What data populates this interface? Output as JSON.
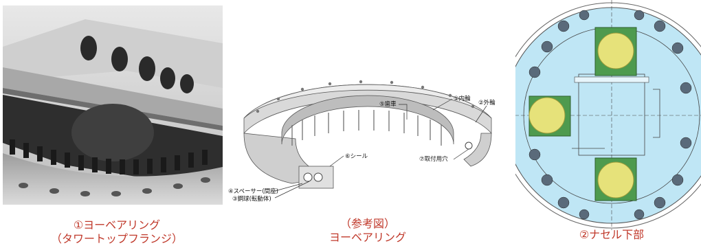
{
  "panels": {
    "photo": {
      "caption_line1": "①ヨーベアリング",
      "caption_line2": "（タワートップフランジ）"
    },
    "reference": {
      "caption_line1": "（参考図）",
      "caption_line2": "ヨーベアリング",
      "labels": {
        "inner_ring": "①内輪",
        "outer_ring": "②外輪",
        "gear": "⑤歯車",
        "mount_hole": "⑦取付用穴",
        "seal": "⑥シール",
        "spacer": "④スペーサー(間座)",
        "ball": "③鋼球(転動体)"
      }
    },
    "nacelle": {
      "caption": "②ナセル下部"
    }
  },
  "colors": {
    "caption_red": "#c0392b",
    "nacelle_fill": "#bfe6f5",
    "pad_green": "#4e9a4e",
    "pad_yellow": "#e6e27a"
  }
}
